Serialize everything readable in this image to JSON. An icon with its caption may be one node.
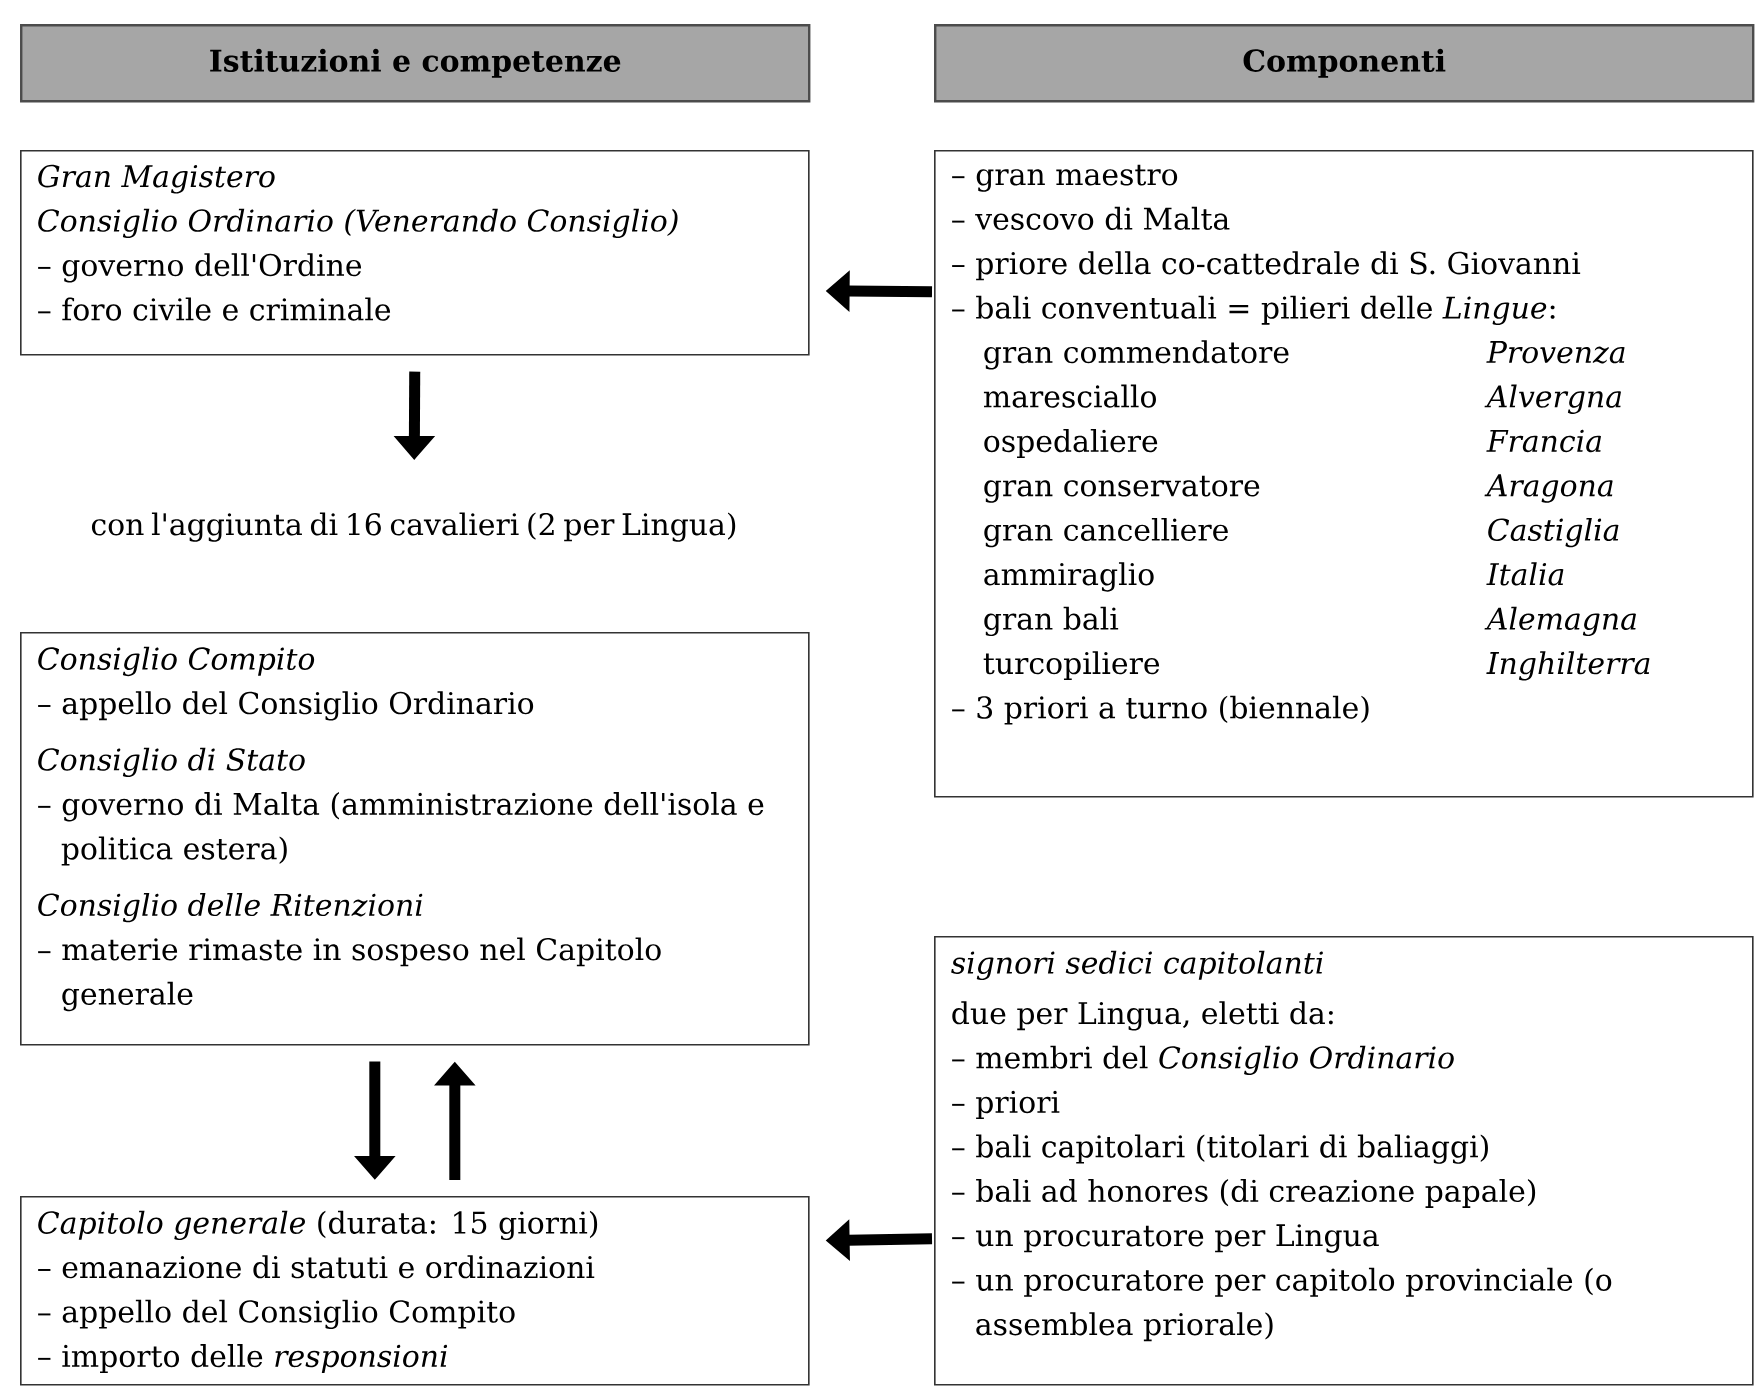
{
  "diagram": {
    "nodes": [
      {
        "text": [
          "Istituzioni e competenze"
        ]
      },
      {
        "text": [
          "Componenti"
        ]
      },
      {
        "text": [
          "Gran Magistero",
          "Consiglio Ordinario (Venerando Consiglio)",
          "– governo dell'Ordine",
          "– foro civile e criminale"
        ]
      },
      {
        "text": [
          "con l'aggiunta di 16 cavalieri (2 per Lingua)"
        ]
      },
      {
        "text": [
          "Consiglio Compito",
          "– appello del Consiglio Ordinario",
          "Consiglio di Stato",
          "– governo di Malta (amministrazione dell'isola e politica estera)",
          "Consiglio delle Ritenzioni",
          "– materie rimaste in sospeso nel Capitolo generale"
        ]
      },
      {
        "text": [
          "*Capitolo generale* (durata: 15 giorni)",
          "– emanazione di statuti e ordinazioni",
          "– appello del Consiglio Compito",
          "– importo delle *responsioni*"
        ]
      },
      {
        "text": [
          "– gran maestro",
          "– vescovo di Malta",
          "– priore della co-cattedrale di S. Giovanni",
          "– bali conventuali = pilieri delle *Lingue*:",
          "gran commendatore",
          "Provenza",
          "maresciallo",
          "Alvergna",
          "ospedaliere",
          "Francia",
          "gran conservatore",
          "Aragona",
          "gran cancelliere",
          "Castiglia",
          "ammiraglio",
          "Italia",
          "gran bali",
          "Alemagna",
          "turcopiliere",
          "Inghilterra",
          "– 3 priori a turno (biennale)"
        ]
      },
      {
        "text": [
          "signori sedici capitolanti",
          "due per Lingua, eletti da:",
          "– membri del *Consiglio Ordinario*",
          "– priori",
          "– bali capitolari (titolari di baliaggi)",
          "– bali ad honores (di creazione papale)",
          "– un procuratore per Lingua",
          "– un procuratore per capitolo provinciale (o assemblea priorale)"
        ]
      }
    ],
    "edges": [
      {
        "from": 6,
        "to": 2,
        "arrow": "to"
      },
      {
        "from": 2,
        "to": 3,
        "arrow": "to"
      },
      {
        "from": 4,
        "to": 5,
        "arrow": "to"
      },
      {
        "from": 5,
        "to": 4,
        "arrow": "to"
      },
      {
        "from": 7,
        "to": 5,
        "arrow": "to"
      }
    ]
  }
}
